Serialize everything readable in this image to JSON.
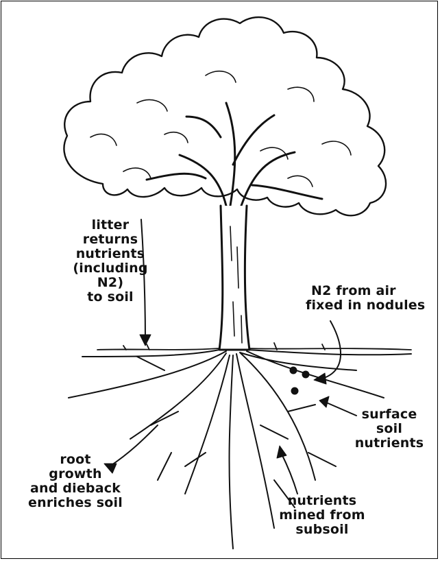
{
  "labels": {
    "litter": [
      "litter",
      "returns",
      "nutrients",
      "(including",
      "N2)",
      "to soil"
    ],
    "nitrogen": [
      "N2 from air",
      "fixed in nodules"
    ],
    "surface": [
      "surface",
      "soil",
      "nutrients"
    ],
    "root_growth": [
      "root",
      "growth",
      "and dieback",
      "enriches soil"
    ],
    "mined": [
      "nutrients",
      "mined from",
      "subsoil"
    ]
  },
  "colors": {
    "ink": "#111111",
    "background": "#ffffff"
  }
}
